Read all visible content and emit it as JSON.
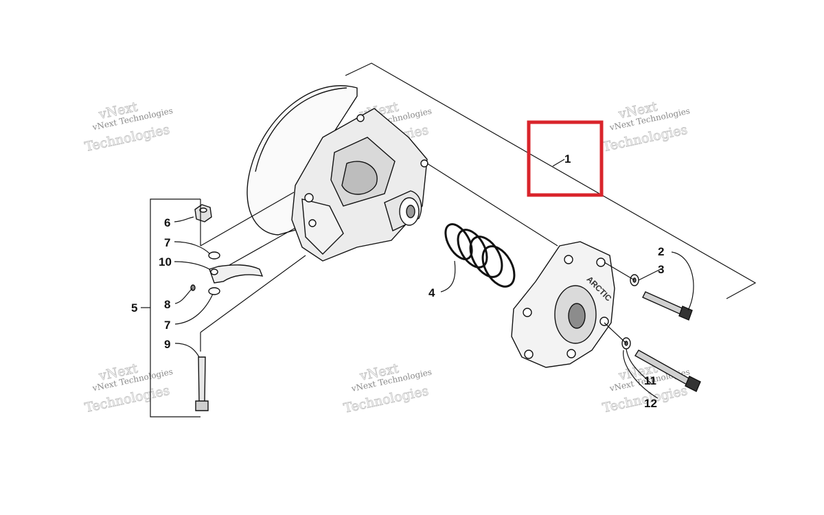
{
  "diagram": {
    "callouts": [
      {
        "id": "1",
        "label": "1"
      },
      {
        "id": "2",
        "label": "2"
      },
      {
        "id": "3",
        "label": "3"
      },
      {
        "id": "4",
        "label": "4"
      },
      {
        "id": "5",
        "label": "5"
      },
      {
        "id": "6",
        "label": "6"
      },
      {
        "id": "7a",
        "label": "7"
      },
      {
        "id": "7b",
        "label": "7"
      },
      {
        "id": "8",
        "label": "8"
      },
      {
        "id": "9",
        "label": "9"
      },
      {
        "id": "10",
        "label": "10"
      },
      {
        "id": "11",
        "label": "11"
      },
      {
        "id": "12",
        "label": "12"
      }
    ],
    "highlight_color": "#d9242b",
    "cover_brand": "ARCTIC"
  },
  "watermarks": [
    {
      "small": "vNext Technologies",
      "big": "Technologies",
      "top": "vNext"
    },
    {
      "small": "vNext Technologies",
      "big": "Technologies",
      "top": "vNext"
    },
    {
      "small": "vNext Technologies",
      "big": "Technologies",
      "top": "vNext"
    },
    {
      "small": "vNext Technologies",
      "big": "Technologies",
      "top": "vNext"
    },
    {
      "small": "vNext Technologies",
      "big": "Technologies",
      "top": "vNext"
    },
    {
      "small": "vNext Technologies",
      "big": "Technologies",
      "top": "vNext"
    }
  ]
}
